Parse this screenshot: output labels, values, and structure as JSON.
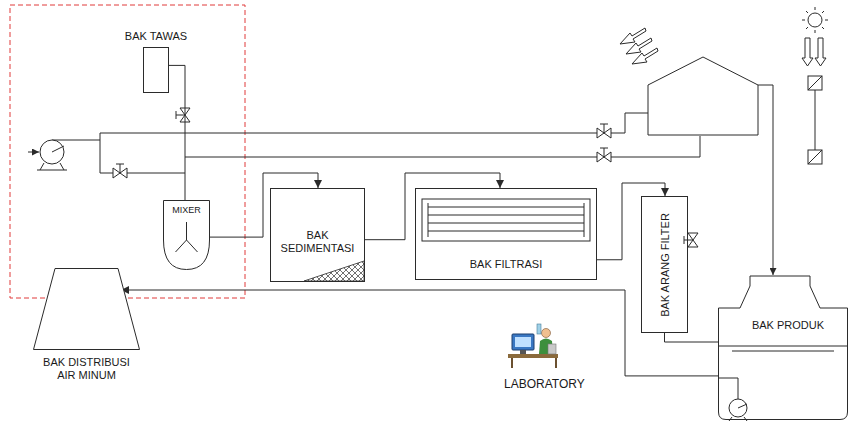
{
  "diagram": {
    "nodes": [
      {
        "text": [
          "BAK TAWAS"
        ]
      },
      {
        "text": [
          "MIXER"
        ]
      },
      {
        "text": [
          "BAK SEDIMENTASI"
        ]
      },
      {
        "text": [
          "BAK FILTRASI"
        ]
      },
      {
        "text": [
          "BAK ARANG FILTER"
        ]
      },
      {
        "text": [
          "BAK PRODUK"
        ]
      },
      {
        "text": [
          "BAK DISTRIBUSI AIR MINUM"
        ]
      }
    ],
    "edges": [
      {
        "from": 0,
        "to": 1,
        "arrow": "none"
      },
      {
        "from": 1,
        "to": 2,
        "arrow": "to"
      },
      {
        "from": 2,
        "to": 3,
        "arrow": "to"
      },
      {
        "from": 3,
        "to": 4,
        "arrow": "to"
      },
      {
        "from": 4,
        "to": 5,
        "arrow": "none"
      },
      {
        "from": 5,
        "to": 6,
        "arrow": "to"
      }
    ],
    "labels": [
      "LABORATORY"
    ]
  }
}
